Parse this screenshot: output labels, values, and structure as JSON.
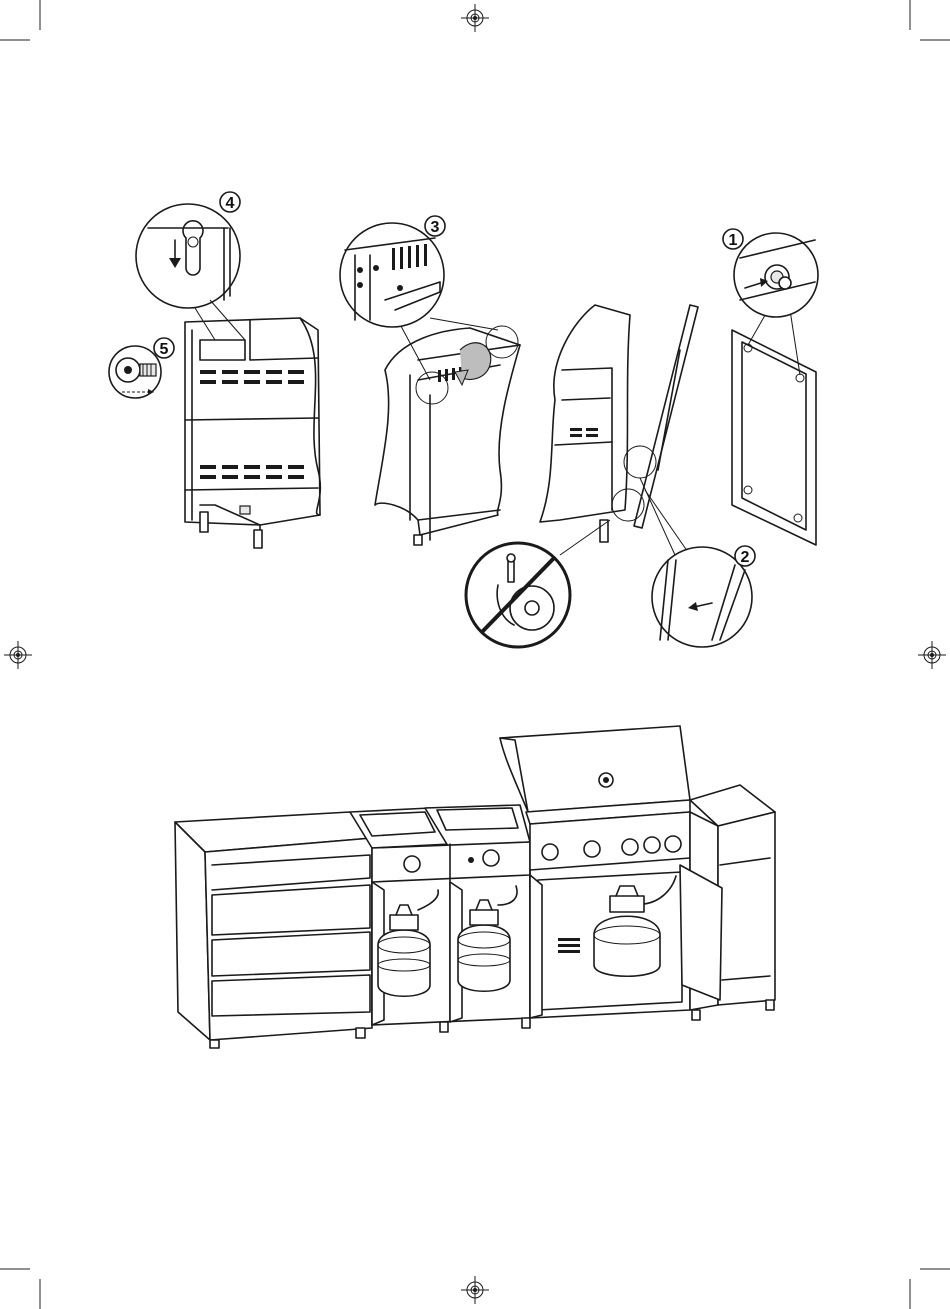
{
  "steps": {
    "step1": "1",
    "step2": "2",
    "step3": "3",
    "step4": "4",
    "step5": "5"
  },
  "icons": [
    "registration-mark-icon",
    "arrow-icon",
    "prohibited-icon",
    "screw-icon"
  ],
  "colors": {
    "line": "#1a1a1a",
    "background": "#ffffff"
  }
}
